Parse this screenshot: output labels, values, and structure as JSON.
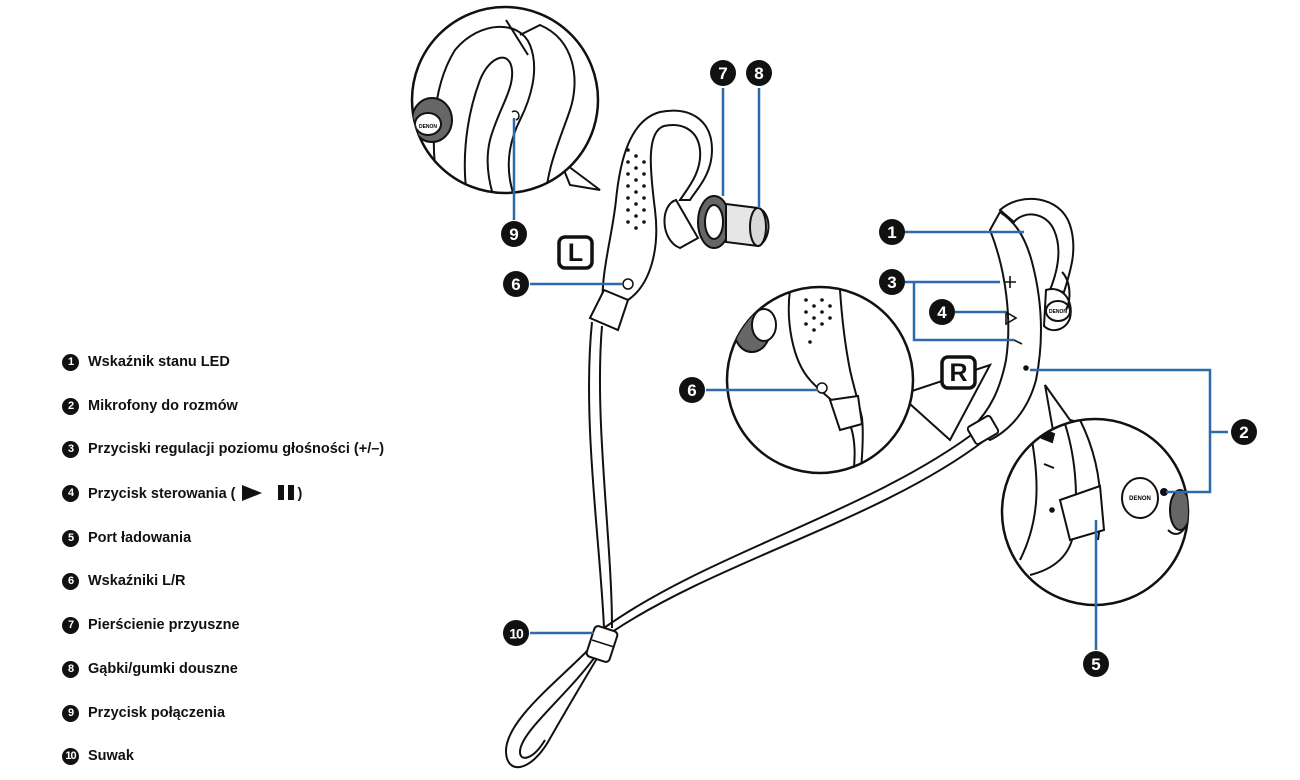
{
  "legend": {
    "items": [
      {
        "num": "1",
        "label": "Wskaźnik stanu LED"
      },
      {
        "num": "2",
        "label": "Mikrofony do rozmów"
      },
      {
        "num": "3",
        "label": "Przyciski regulacji poziomu głośności (+/–)"
      },
      {
        "num": "4",
        "label_pre": "Przycisk sterowania (",
        "label_post": ")"
      },
      {
        "num": "5",
        "label": "Port ładowania"
      },
      {
        "num": "6",
        "label": "Wskaźniki L/R"
      },
      {
        "num": "7",
        "label": "Pierścienie przyuszne"
      },
      {
        "num": "8",
        "label": "Gąbki/gumki douszne"
      },
      {
        "num": "9",
        "label": "Przycisk połączenia"
      },
      {
        "num": "10",
        "label": "Suwak"
      }
    ]
  },
  "diagram": {
    "left_marker": "L",
    "right_marker": "R",
    "callouts": {
      "led": "1",
      "mic": "2",
      "volume": "3",
      "control": "4",
      "charge": "5",
      "lr_left": "6",
      "lr_right": "6",
      "ear_ring": "7",
      "ear_tip": "8",
      "pair": "9",
      "slider": "10"
    },
    "logo_text": "DENON"
  },
  "colors": {
    "callout_line": "#2f6aa8",
    "ink": "#111111"
  }
}
